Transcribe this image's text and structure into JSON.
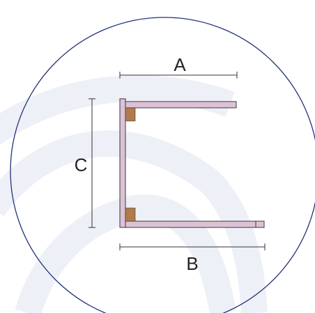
{
  "labels": {
    "a": "A",
    "b": "B",
    "c": "C"
  },
  "colors": {
    "circle_stroke": "#22337a",
    "panel_fill": "#dcc2d6",
    "panel_stroke": "#3a3a3a",
    "block_fill": "#b07a4a",
    "dimension_line": "#333333",
    "background_swirl": "#eef0f7"
  }
}
